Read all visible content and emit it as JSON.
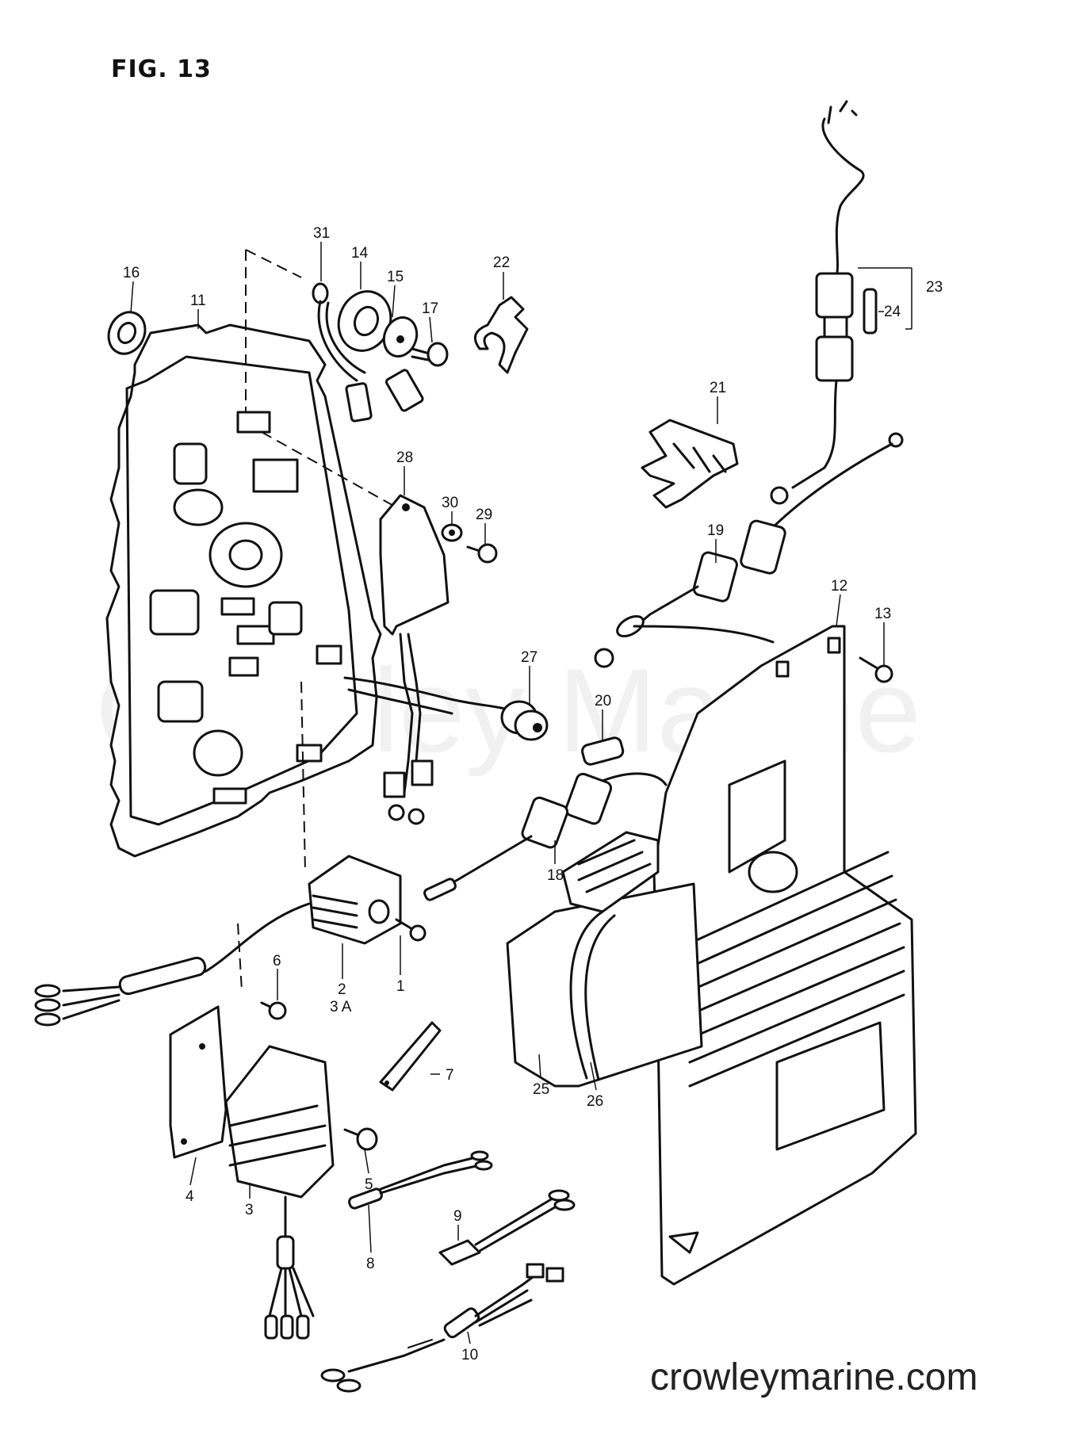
{
  "figure": {
    "title": "FIG. 13",
    "watermark": "Crowley Marine",
    "website": "crowleymarine.com"
  },
  "callouts": [
    {
      "id": "c1",
      "label": "1"
    },
    {
      "id": "c2",
      "label": "2"
    },
    {
      "id": "c3a",
      "label": "3 A"
    },
    {
      "id": "c3",
      "label": "3"
    },
    {
      "id": "c4",
      "label": "4"
    },
    {
      "id": "c5",
      "label": "5"
    },
    {
      "id": "c6",
      "label": "6"
    },
    {
      "id": "c7",
      "label": "7"
    },
    {
      "id": "c8",
      "label": "8"
    },
    {
      "id": "c9",
      "label": "9"
    },
    {
      "id": "c10",
      "label": "10"
    },
    {
      "id": "c11",
      "label": "11"
    },
    {
      "id": "c12",
      "label": "12"
    },
    {
      "id": "c13",
      "label": "13"
    },
    {
      "id": "c14",
      "label": "14"
    },
    {
      "id": "c15",
      "label": "15"
    },
    {
      "id": "c16",
      "label": "16"
    },
    {
      "id": "c17",
      "label": "17"
    },
    {
      "id": "c18",
      "label": "18"
    },
    {
      "id": "c19",
      "label": "19"
    },
    {
      "id": "c20",
      "label": "20"
    },
    {
      "id": "c21",
      "label": "21"
    },
    {
      "id": "c22",
      "label": "22"
    },
    {
      "id": "c23",
      "label": "23"
    },
    {
      "id": "c24",
      "label": "24"
    },
    {
      "id": "c25",
      "label": "25"
    },
    {
      "id": "c26",
      "label": "26"
    },
    {
      "id": "c27",
      "label": "27"
    },
    {
      "id": "c28",
      "label": "28"
    },
    {
      "id": "c29",
      "label": "29"
    },
    {
      "id": "c30",
      "label": "30"
    },
    {
      "id": "c31",
      "label": "31"
    }
  ]
}
